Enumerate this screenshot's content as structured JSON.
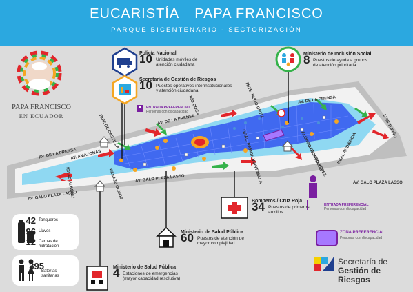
{
  "header": {
    "title_left": "EUCARISTÍA",
    "title_right": "PAPA FRANCISCO",
    "subtitle": "PARQUE BICENTENARIO - SECTORIZACIÓN"
  },
  "pope_logo": {
    "line1": "PAPA FRANCISCO",
    "line2": "EN ECUADOR"
  },
  "streets": {
    "av_prensa_left": "AV. DE LA PRENSA",
    "av_prensa_mid": "AV. DE LA PRENSA",
    "av_prensa_right": "AV. DE LA PRENSA",
    "av_amazonas": "AV. AMAZONAS",
    "isaac_albeniz": "ISAAC ALBÉNIZ",
    "pasaje_olmos": "PASAJE OLMOS",
    "ruiz_de_castilla": "RUIZ DE CASTILLA",
    "rio_coca": "RÍO COCA",
    "tnte_hugo_ortiz": "TNTE. HUGO ORTIZ",
    "av_galo_left": "AV. GALO PLAZA LASSO",
    "av_galo_mid": "AV. GALO PLAZA LASSO",
    "av_galo_right": "AV. GALO PLAZA LASSO",
    "gral_ramon_veintimilla": "GRAL. RAMÓN VEINTIMILLA",
    "real_audiencia": "REAL AUDIENCIA",
    "alonso_de_angulo": "ALONSO DE ANGULO",
    "alfonso_yepez": "ALFONSO YÉPEZ",
    "luis_tufiño": "LUIS TUFIÑO"
  },
  "callouts": {
    "policia": {
      "head": "Policía Nacional",
      "num": "10",
      "desc1": "Unidades móviles de",
      "desc2": "atención ciudadana"
    },
    "sgr": {
      "head": "Secretaría de Gestión de Riesgos",
      "num": "10",
      "desc1": "Puestos operativos interinstitucionales",
      "desc2": "y atención ciudadana"
    },
    "mies": {
      "head": "Ministerio de Inclusión Social",
      "num": "8",
      "desc1": "Puestos de ayuda a grupos",
      "desc2": "de atención prioritaria"
    },
    "bomberos": {
      "head": "Bomberos / Cruz Roja",
      "num": "34",
      "desc1": "Puestos de primeros",
      "desc2": "auxilios"
    },
    "salud_60": {
      "head": "Ministerio de Salud Pública",
      "num": "60",
      "desc1": "Puestos de atención de",
      "desc2": "mayor complejidad"
    },
    "salud_4": {
      "head": "Ministerio de Salud Pública",
      "num": "4",
      "desc1": "Estaciones de emergencias",
      "desc2": "(mayor capacidad resolutiva)"
    }
  },
  "entrada_preferencial": {
    "label": "ENTRADA PREFERENCIAL",
    "sub": "Personas con discapacidad"
  },
  "stats": [
    {
      "num": "42",
      "label1": "Tanqueros",
      "label2": ""
    },
    {
      "num": "96",
      "label1": "Llaves",
      "label2": ""
    },
    {
      "num": "12",
      "label1": "Carpas de",
      "label2": "hidratación"
    }
  ],
  "banos": {
    "num": "395",
    "label1": "Baterías",
    "label2": "sanitarias"
  },
  "zona_preferencial": {
    "label": "ZONA PREFERENCIAL",
    "sub": "Personas con discapacidad"
  },
  "sgr_logo": {
    "line1": "Secretaría de",
    "line2": "Gestión de Riesgos"
  },
  "colors": {
    "header_blue": "#2ba8e0",
    "venue_blue": "#3a5ff0",
    "park_cyan": "#8fd8f2",
    "arrow_red": "#e2262b",
    "arrow_green": "#35b24a",
    "police_navy": "#1f3f8f",
    "sgr_orange": "#f5a623",
    "purple": "#7a1fa0"
  }
}
